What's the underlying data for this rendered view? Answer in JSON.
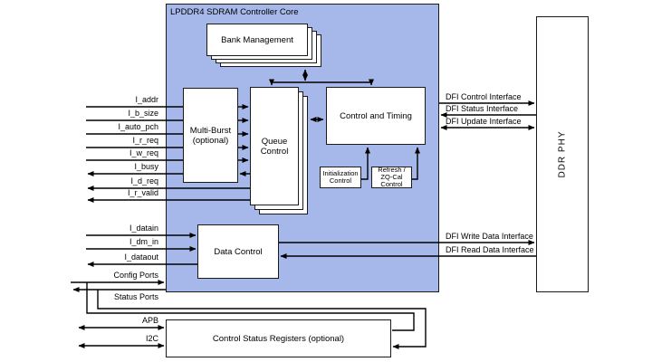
{
  "title": "LPDDR4 SDRAM Controller Core",
  "blocks": {
    "bank_management": "Bank Management",
    "multi_burst_line1": "Multi-Burst",
    "multi_burst_line2": "(optional)",
    "queue_line1": "Queue",
    "queue_line2": "Control",
    "control_timing": "Control and Timing",
    "init_line1": "Initialization",
    "init_line2": "Control",
    "refresh_line1": "Refresh /",
    "refresh_line2": "ZQ-Cal",
    "refresh_line3": "Control",
    "data_control": "Data Control",
    "csr": "Control Status Registers (optional)",
    "ddr_phy": "DDR PHY"
  },
  "signals": {
    "i_addr": "I_addr",
    "i_b_size": "I_b_size",
    "i_auto_pch": "I_auto_pch",
    "i_r_req": "I_r_req",
    "i_w_req": "I_w_req",
    "i_busy": "I_busy",
    "i_d_req": "I_d_req",
    "i_r_valid": "I_r_valid",
    "i_datain": "I_datain",
    "i_dm_in": "I_dm_in",
    "i_dataout": "I_dataout",
    "config_ports": "Config Ports",
    "status_ports": "Status Ports",
    "apb": "APB",
    "i2c": "I2C"
  },
  "interfaces": {
    "dfi_control": "DFI Control Interface",
    "dfi_status": "DFI Status Interface",
    "dfi_update": "DFI Update Interface",
    "dfi_write": "DFI Write Data Interface",
    "dfi_read": "DFI Read Data Interface"
  },
  "colors": {
    "core_fill": "#a5b8e9",
    "box_fill": "#ffffff",
    "border": "#1b1b1b",
    "line": "#000000"
  }
}
